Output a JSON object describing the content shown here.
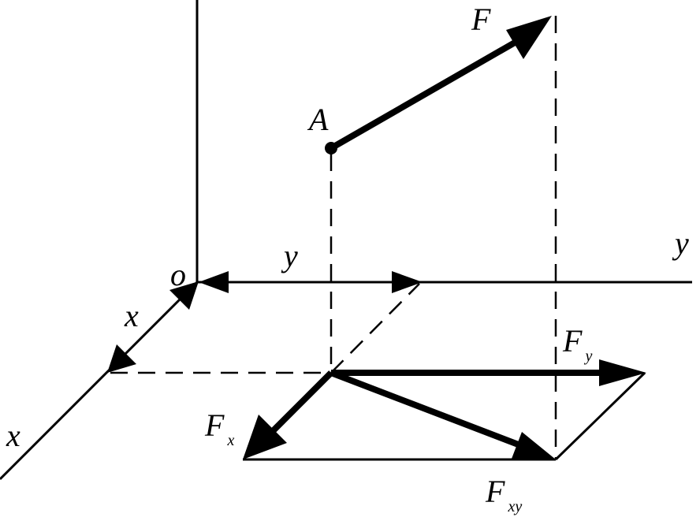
{
  "labels": {
    "origin": "o",
    "x_axis": "x",
    "x_axis_inner": "x",
    "y_axis": "y",
    "y_axis_inner": "y",
    "point_a": "A",
    "force": "F",
    "force_x_main": "F",
    "force_x_sub": "x",
    "force_y_main": "F",
    "force_y_sub": "y",
    "force_xy_main": "F",
    "force_xy_sub": "xy"
  },
  "colors": {
    "ink": "#000000",
    "background": "#ffffff"
  }
}
